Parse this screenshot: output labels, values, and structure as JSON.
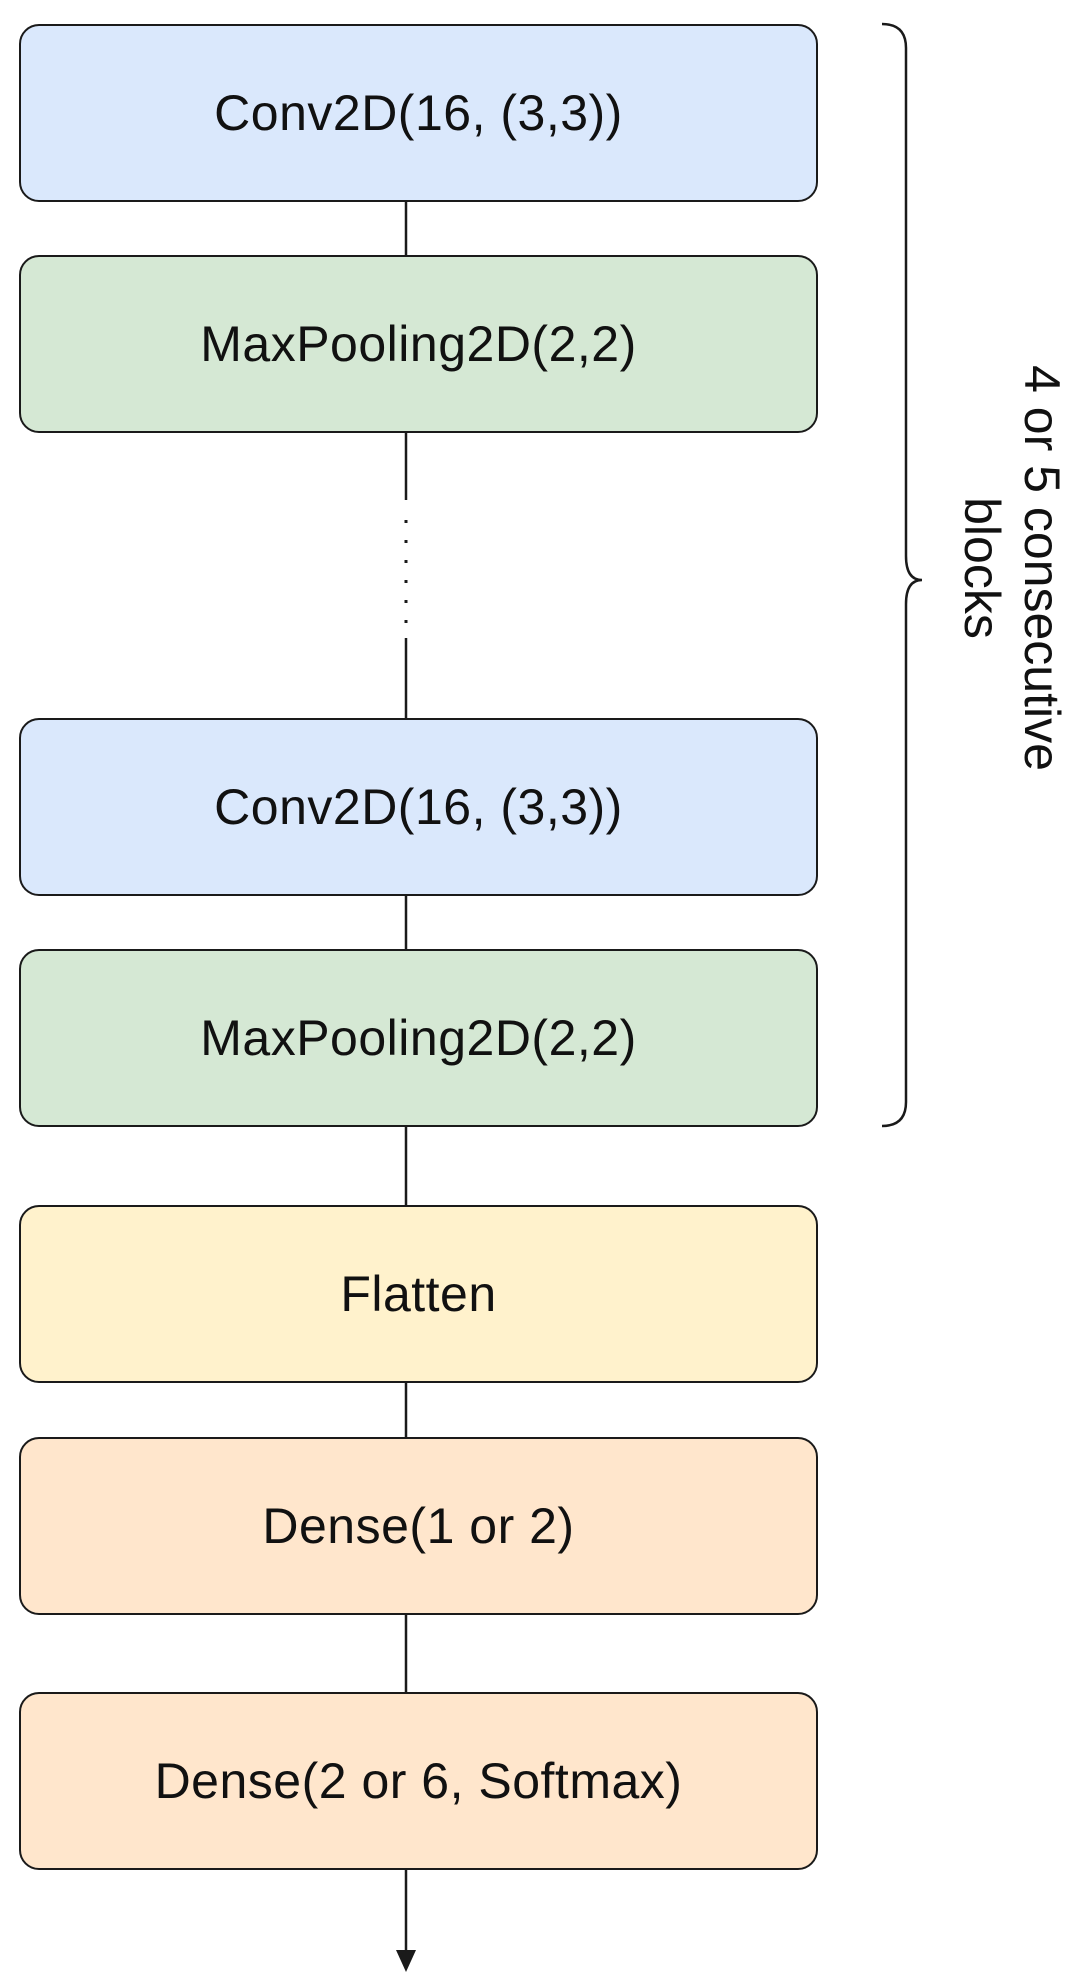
{
  "layers": [
    {
      "label": "Conv2D(16, (3,3))",
      "color": "#dae8fc"
    },
    {
      "label": "MaxPooling2D(2,2)",
      "color": "#d5e8d4"
    },
    {
      "label": "Conv2D(16, (3,3))",
      "color": "#dae8fc"
    },
    {
      "label": "MaxPooling2D(2,2)",
      "color": "#d5e8d4"
    },
    {
      "label": "Flatten",
      "color": "#fff2cc"
    },
    {
      "label": "Dense(1 or 2)",
      "color": "#ffe6cc"
    },
    {
      "label": "Dense(2 or 6, Softmax)",
      "color": "#ffe6cc"
    }
  ],
  "repeat_bracket": {
    "label_line1": "4 or 5 consecutive",
    "label_line2": "blocks"
  },
  "colors": {
    "stroke": "#1a1a1a",
    "text": "#111111"
  }
}
